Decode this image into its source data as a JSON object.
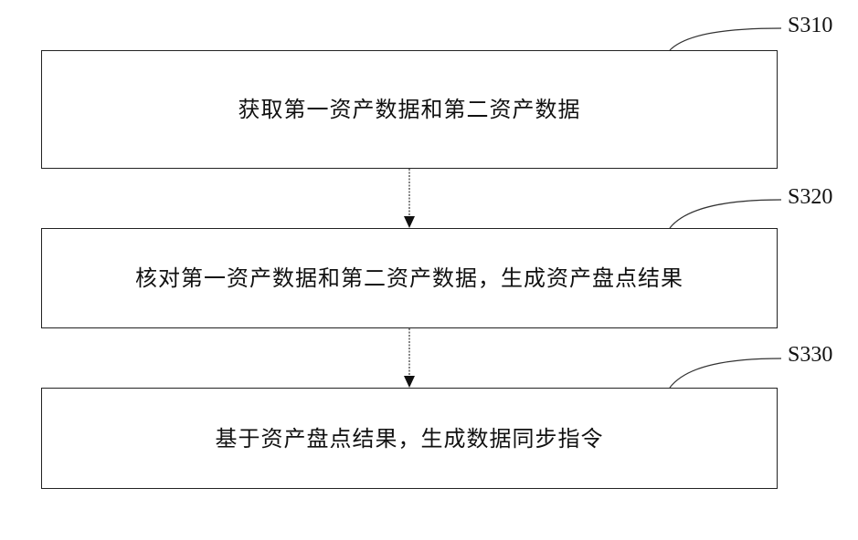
{
  "steps": [
    {
      "id": "S310",
      "text": "获取第一资产数据和第二资产数据"
    },
    {
      "id": "S320",
      "text": "核对第一资产数据和第二资产数据，生成资产盘点结果"
    },
    {
      "id": "S330",
      "text": "基于资产盘点结果，生成数据同步指令"
    }
  ]
}
